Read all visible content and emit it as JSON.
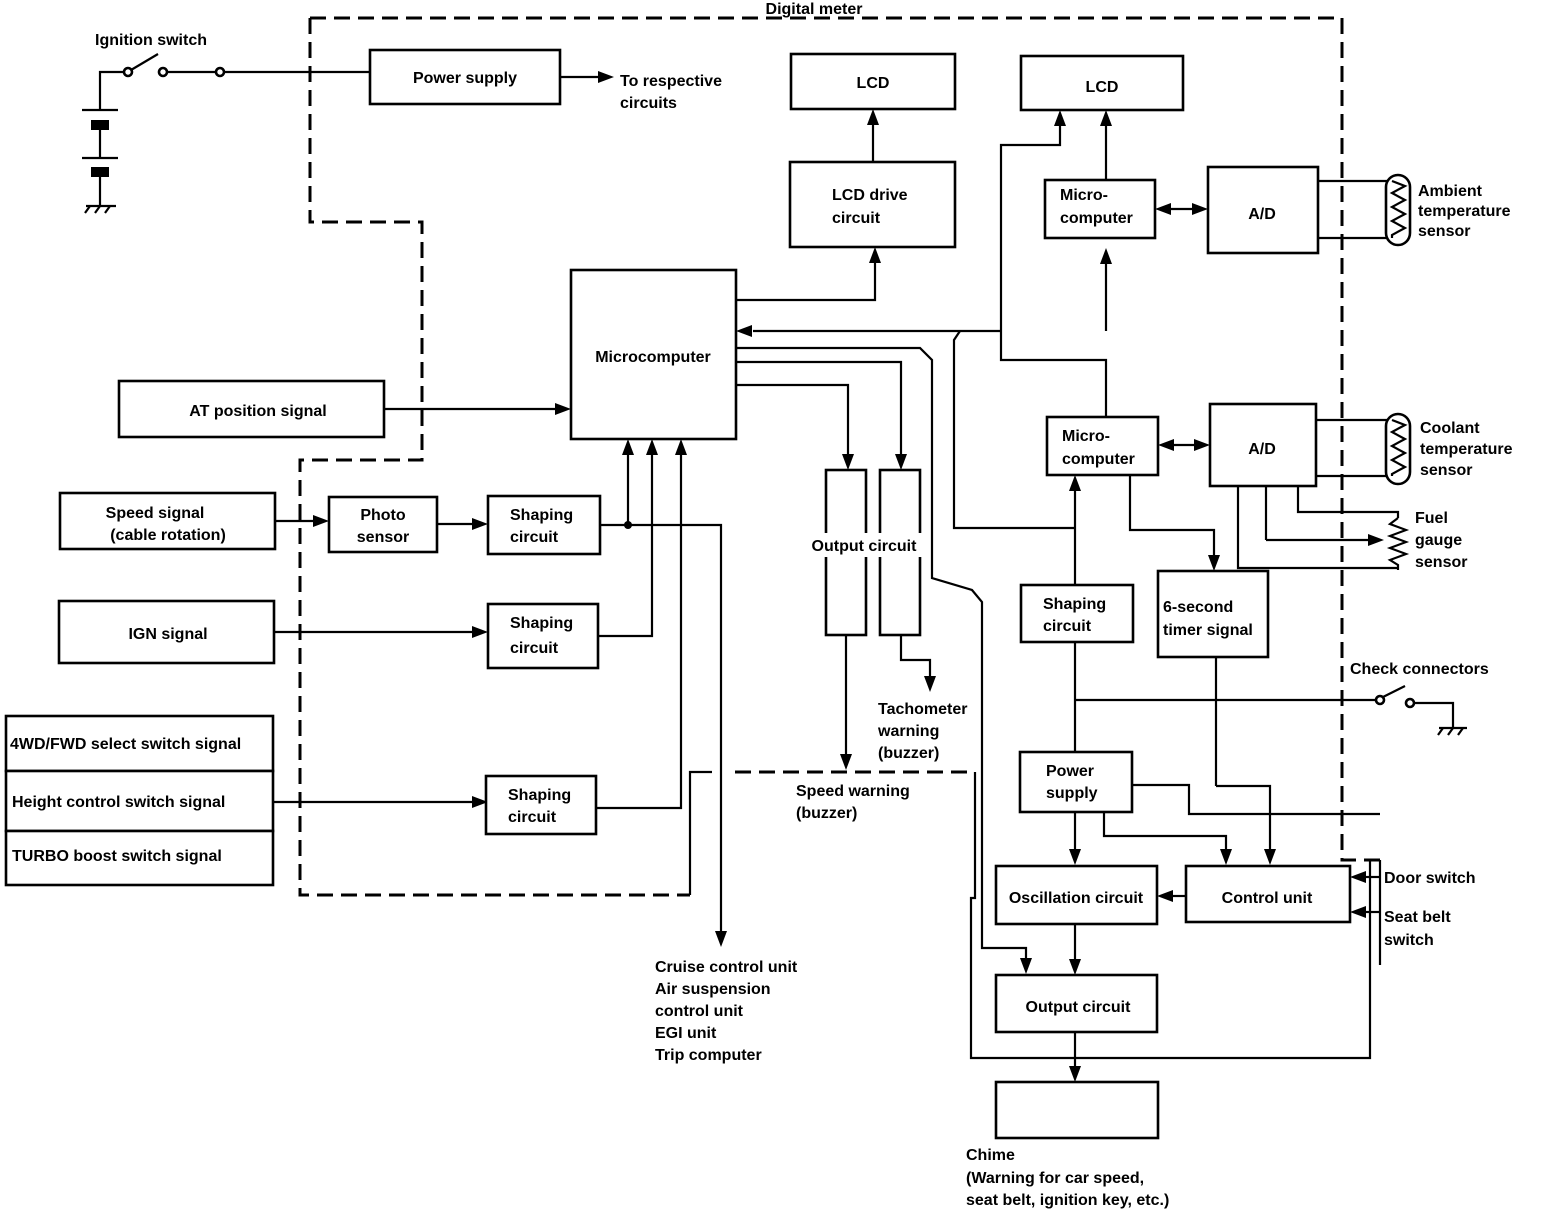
{
  "container": {
    "label": "Digital meter"
  },
  "blocks": {
    "power_supply_top": "Power supply",
    "lcd_1": "LCD",
    "lcd_2": "LCD",
    "lcd_drive": [
      "LCD drive",
      "circuit"
    ],
    "microcomputer_main": "Microcomputer",
    "microcomputer_a": [
      "Micro-",
      "computer"
    ],
    "ad_a": "A/D",
    "microcomputer_b": [
      "Micro-",
      "computer"
    ],
    "ad_b": "A/D",
    "at_position": "AT position signal",
    "speed_signal": [
      "Speed signal",
      "(cable rotation)"
    ],
    "photo_sensor": [
      "Photo",
      "sensor"
    ],
    "shaping_1": [
      "Shaping",
      "circuit"
    ],
    "ign_signal": "IGN signal",
    "shaping_2": [
      "Shaping",
      "circuit"
    ],
    "switch_4wd": "4WD/FWD select switch signal",
    "switch_height": "Height control switch signal",
    "switch_turbo": "TURBO boost switch signal",
    "shaping_3": [
      "Shaping",
      "circuit"
    ],
    "output_circuit_left": "Output circuit",
    "shaping_right": [
      "Shaping",
      "circuit"
    ],
    "timer_signal": [
      "6-second",
      "timer signal"
    ],
    "power_supply_bottom": [
      "Power",
      "supply"
    ],
    "oscillation": "Oscillation circuit",
    "control_unit": "Control unit",
    "output_circuit_right": "Output circuit",
    "chime": ""
  },
  "labels": {
    "ignition_switch": "Ignition switch",
    "to_circuits": [
      "To respective",
      "circuits"
    ],
    "ambient_sensor": [
      "Ambient",
      "temperature",
      "sensor"
    ],
    "coolant_sensor": [
      "Coolant",
      "temperature",
      "sensor"
    ],
    "fuel_sensor": [
      "Fuel",
      "gauge",
      "sensor"
    ],
    "check_connectors": "Check connectors",
    "tachometer_warning": [
      "Tachometer",
      "warning",
      "(buzzer)"
    ],
    "speed_warning": [
      "Speed warning",
      "(buzzer)"
    ],
    "cruise_outputs": [
      "Cruise control unit",
      "Air suspension",
      "control unit",
      "EGI unit",
      "Trip computer"
    ],
    "door_switch": "Door switch",
    "seat_belt_switch": [
      "Seat belt",
      "switch"
    ],
    "chime_caption": [
      "Chime",
      "(Warning for car speed,",
      "seat belt, ignition key, etc.)"
    ]
  }
}
